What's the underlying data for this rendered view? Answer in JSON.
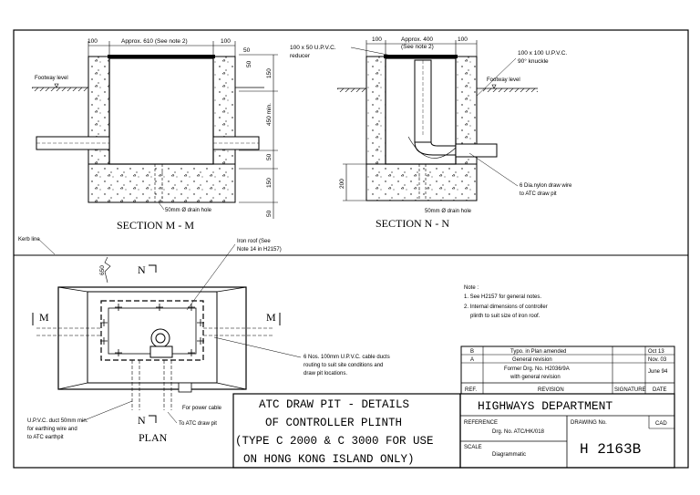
{
  "section_mm": {
    "title": "SECTION  M  -  M",
    "dim_100_left": "100",
    "dim_approx": "Approx. 610  (See note 2)",
    "dim_100_right": "100",
    "dim_50_top": "50",
    "dim_50_side": "50",
    "dim_150": "150",
    "dim_450": "450 min.",
    "dim_50_mid": "50",
    "dim_150b": "150",
    "dim_50_bot": "50",
    "footway": "Footway level",
    "drain": "50mm Ø drain hole"
  },
  "section_nn": {
    "title": "SECTION   N  -  N",
    "dim_100_left": "100",
    "dim_approx": "Approx. 400",
    "dim_note": "(See note 2)",
    "dim_100_right": "100",
    "reducer_line1": "100 x 50   U.P.V.C.",
    "reducer_line2": "reducer",
    "knuckle_line1": "100 x 100  U.P.V.C.",
    "knuckle_line2": "90° knuckle",
    "footway": "Footway level",
    "dim_200": "200",
    "drawwire_line1": "6 Dia.nylon draw wire",
    "drawwire_line2": "to ATC draw pit",
    "drain": "50mm Ø drain hole"
  },
  "plan": {
    "kerb": "Kerb line",
    "dim_650": "650",
    "iron_roof_line1": "Iron roof (See",
    "iron_roof_line2": "Note 14 in H2157)",
    "n_top": "N",
    "n_bottom": "N",
    "m_left": "M",
    "m_right": "M",
    "ducts_line1": "6 Nos. 100mm  U.P.V.C. cable ducts",
    "ducts_line2": "routing to suit site conditions and",
    "ducts_line3": "draw pit locations.",
    "power_cable": "For power cable",
    "to_atc": "To ATC draw pit",
    "upvc_line1": "U.P.V.C. duct 50mm  min.",
    "upvc_line2": "for earthing wire and",
    "upvc_line3": "to ATC earthpit",
    "title": "PLAN"
  },
  "notes": {
    "heading": "Note :",
    "n1": "1. See H2157 for general notes.",
    "n2a": "2. Internal dimensions of controller",
    "n2b": "plinth to suit size of iron roof."
  },
  "revisions": {
    "rows": [
      {
        "ref": "B",
        "revision": "Typo. in Plan amended",
        "date": "Oct 13"
      },
      {
        "ref": "A",
        "revision": "General revision",
        "date": "Nov. 03"
      },
      {
        "ref": "",
        "revision": "Former Drg. No. H2036/9A",
        "date": "June 94"
      },
      {
        "ref": "",
        "revision": "with general revision",
        "date": ""
      }
    ],
    "head_ref": "REF.",
    "head_revision": "REVISION",
    "head_signature": "SIGNATURE",
    "head_date": "DATE"
  },
  "title_block": {
    "line1": "ATC DRAW PIT - DETAILS",
    "line2": "OF CONTROLLER PLINTH",
    "line3": "(TYPE C 2000 & C 3000 FOR USE",
    "line4": "ON HONG KONG ISLAND ONLY)",
    "department": "HIGHWAYS  DEPARTMENT",
    "reference_label": "REFERENCE",
    "reference_value": "Drg. No. ATC/HK/018",
    "drawing_label": "DRAWING No.",
    "cad": "CAD",
    "drawing_no": "H  2163B",
    "scale_label": "SCALE",
    "scale_value": "Diagrammatic"
  }
}
